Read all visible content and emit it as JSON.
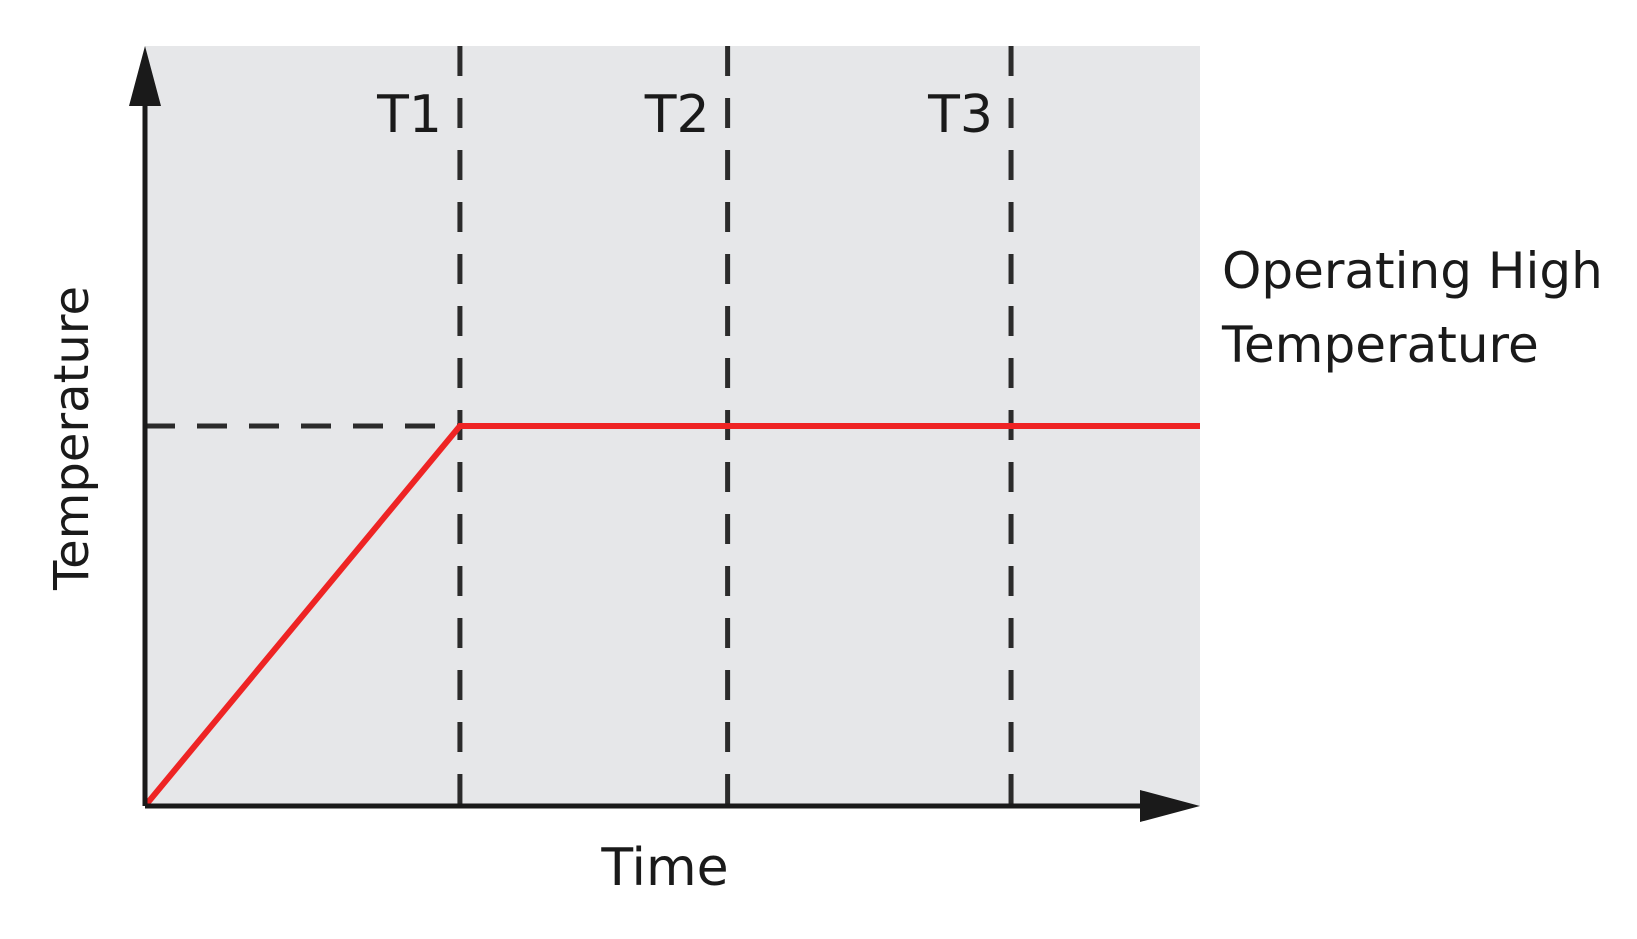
{
  "chart_data": {
    "type": "line",
    "xlabel": "Time",
    "ylabel": "Temperature",
    "markers": [
      {
        "label": "T1",
        "x": 1
      },
      {
        "label": "T2",
        "x": 1.85
      },
      {
        "label": "T3",
        "x": 2.75
      }
    ],
    "series": [
      {
        "x": [
          0,
          1,
          3.35
        ],
        "y": [
          0,
          1,
          1
        ]
      }
    ],
    "reference_level": {
      "y": 1,
      "label_lines": [
        "Operating High",
        "Temperature"
      ]
    },
    "xlim": [
      0,
      3.35
    ],
    "ylim": [
      0,
      2
    ],
    "colors": {
      "series": "#ee2424",
      "plot_bg": "#e6e7e9",
      "axis": "#1a1a1a",
      "guide": "#2b2b2b"
    }
  }
}
